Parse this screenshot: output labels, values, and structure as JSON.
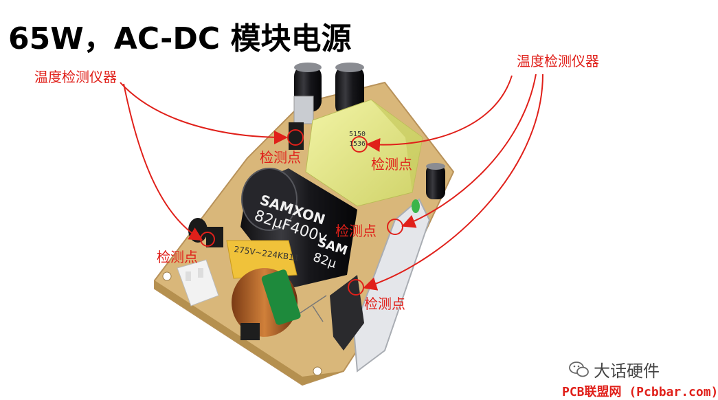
{
  "slide": {
    "title": "65W，AC-DC 模块电源",
    "instrument_label_left": "温度检测仪器",
    "instrument_label_right": "温度检测仪器",
    "test_points": [
      "检测点",
      "检测点",
      "检测点",
      "检测点",
      "检测点"
    ]
  },
  "components": {
    "capacitor_brand": "SAMXON",
    "capacitor_rating": "82μF400v",
    "capacitor_rating_side": "82μ",
    "capacitor_brand_side": "SAM",
    "varistor_text": "275V~224KB11",
    "transformer_code": "5150",
    "transformer_code2": "1536"
  },
  "watermark": {
    "account": "大话硬件",
    "icon": "wechat-icon"
  },
  "footer": {
    "text": "PCB联盟网 (Pcbbar.com)"
  },
  "colors": {
    "accent_red": "#e0201a",
    "transformer_yellow": "#e8ec88",
    "capacitor_black": "#1d1d1f",
    "pcb_tan": "#d9b77a"
  }
}
